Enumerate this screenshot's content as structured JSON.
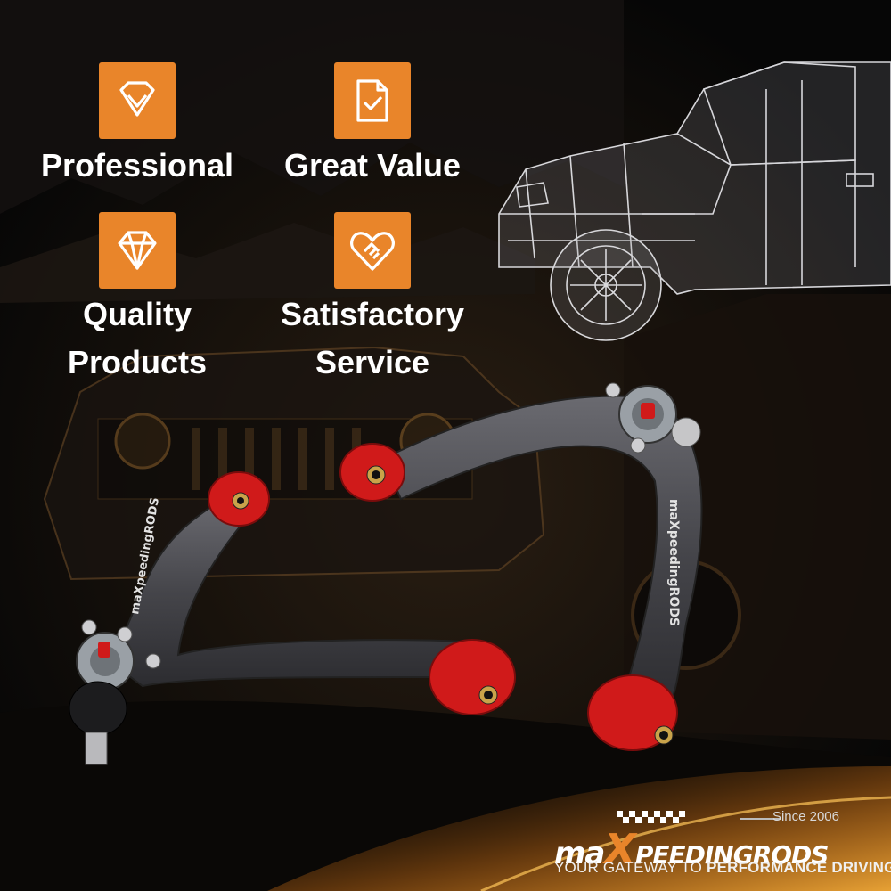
{
  "features": [
    {
      "label": "Professional",
      "icon": "badge-diamond-icon"
    },
    {
      "label": "Great Value",
      "icon": "document-check-icon"
    },
    {
      "label": "Quality Products",
      "icon": "gem-icon"
    },
    {
      "label": "Satisfactory Service",
      "icon": "heart-handshake-icon"
    }
  ],
  "logo": {
    "since": "Since 2006",
    "brand_prefix": "ma",
    "brand_x": "X",
    "brand_suffix": "PEEDINGRODS",
    "tagline_normal": "YOUR GATEWAY TO ",
    "tagline_bold": "PERFORMANCE DRIVING"
  },
  "product": {
    "name": "upper control arms",
    "arm_marking": "maXpeedingRODS"
  },
  "colors": {
    "accent": "#e9852a",
    "bushing": "#d01a1a",
    "arm": "#4a4a4e",
    "background": "#0b0b0d"
  }
}
